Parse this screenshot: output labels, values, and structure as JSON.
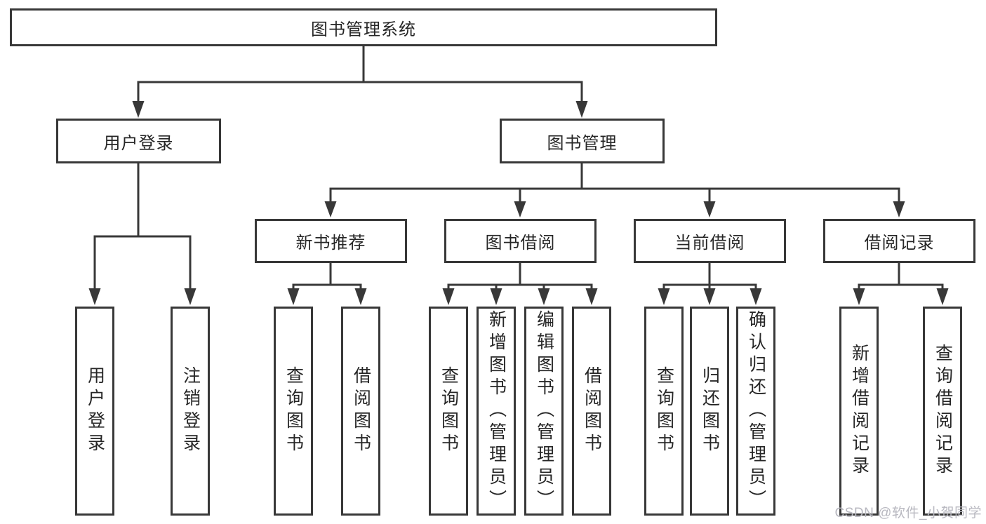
{
  "colors": {
    "line": "#383838",
    "box_border": "#383838",
    "box_background": "#ffffff",
    "page_background": "#ffffff",
    "label_text": "#262626",
    "watermark_text": "#b8b8c0"
  },
  "tree": {
    "root": {
      "label": "图书管理系统"
    },
    "branches": [
      {
        "label": "用户登录",
        "children": [
          {
            "label": "用户登录"
          },
          {
            "label": "注销登录"
          }
        ]
      },
      {
        "label": "图书管理",
        "children": [
          {
            "label": "新书推荐",
            "children": [
              {
                "label": "查询图书"
              },
              {
                "label": "借阅图书"
              }
            ]
          },
          {
            "label": "图书借阅",
            "children": [
              {
                "label": "查询图书"
              },
              {
                "label": "新增图书（管理员）"
              },
              {
                "label": "编辑图书（管理员）"
              },
              {
                "label": "借阅图书"
              }
            ]
          },
          {
            "label": "当前借阅",
            "children": [
              {
                "label": "查询图书"
              },
              {
                "label": "归还图书"
              },
              {
                "label": "确认归还（管理员）"
              }
            ]
          },
          {
            "label": "借阅记录",
            "children": [
              {
                "label": "新增借阅记录"
              },
              {
                "label": "查询借阅记录"
              }
            ]
          }
        ]
      }
    ]
  },
  "watermark": {
    "text": "CSDN @软件_小贺同学"
  }
}
